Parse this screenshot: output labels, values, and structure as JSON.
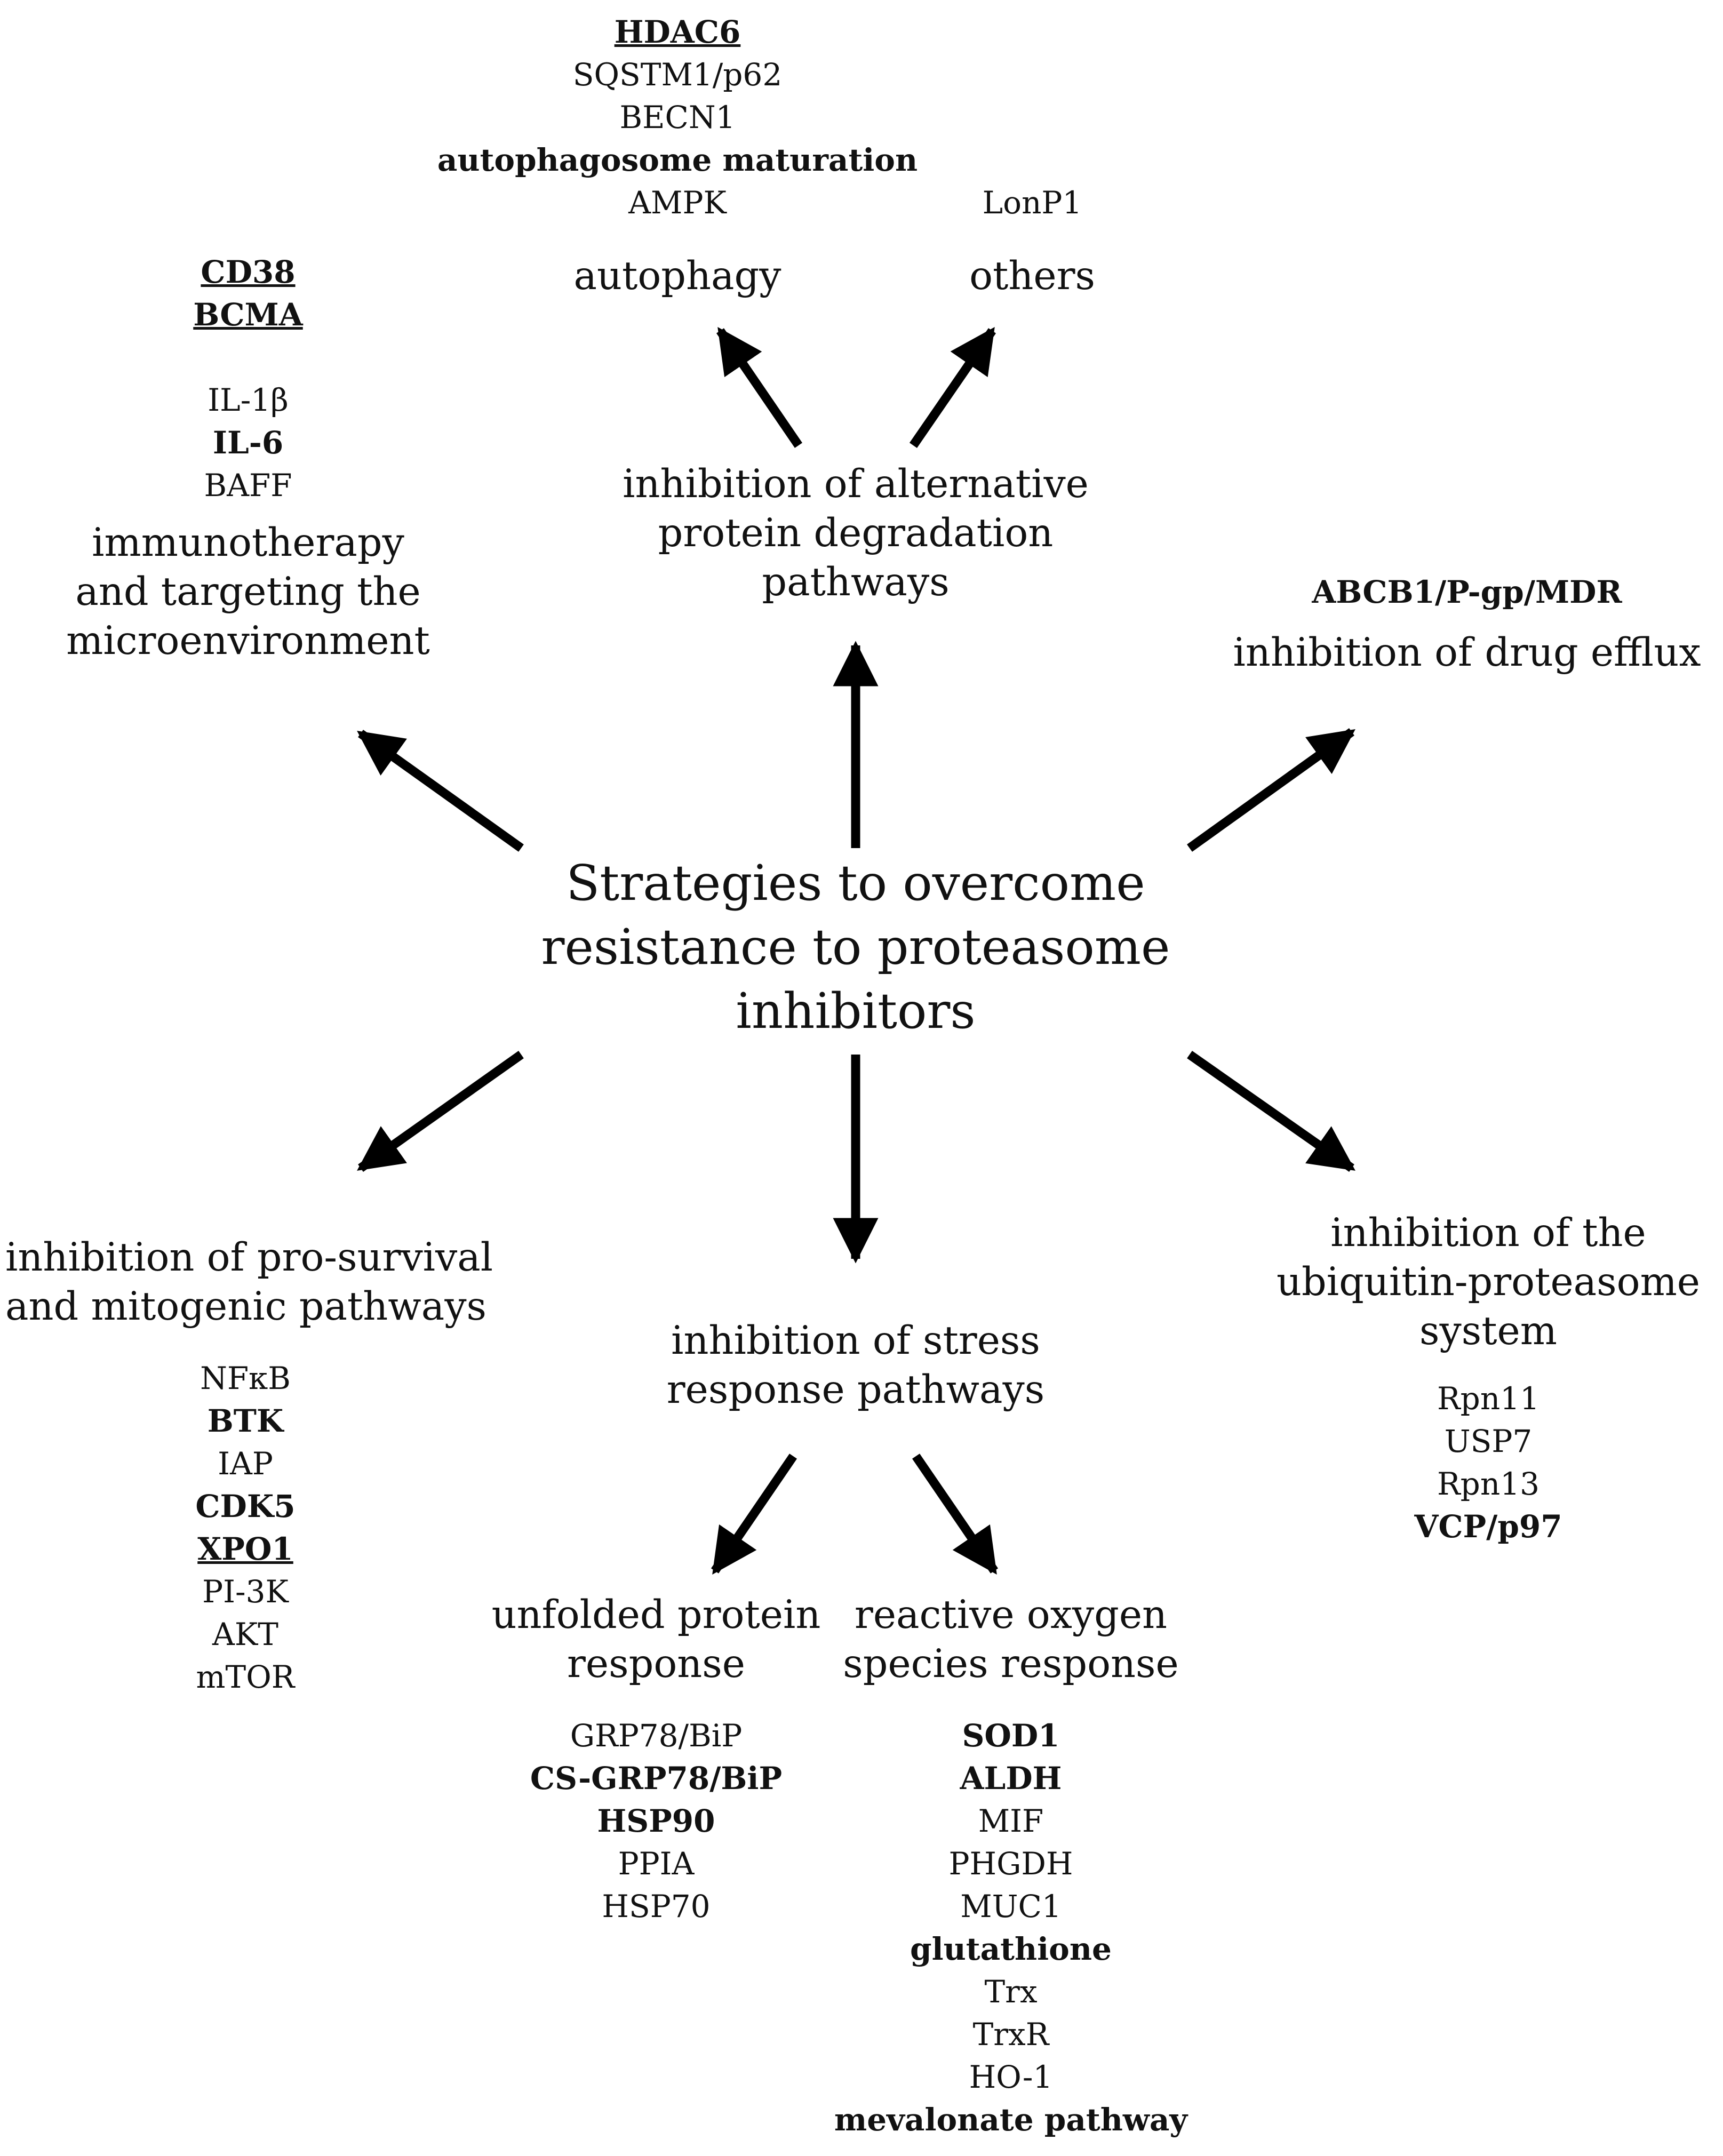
{
  "center": {
    "lines": [
      "Strategies to overcome",
      "resistance to proteasome",
      "inhibitors"
    ]
  },
  "alt_degradation": {
    "title_lines": [
      "inhibition of alternative",
      "protein degradation",
      "pathways"
    ],
    "autophagy": {
      "title": "autophagy",
      "items": [
        {
          "text": "HDAC6",
          "bold": true,
          "underline": true
        },
        {
          "text": "SQSTM1/p62",
          "bold": false,
          "underline": false
        },
        {
          "text": "BECN1",
          "bold": false,
          "underline": false
        },
        {
          "text": "autophagosome maturation",
          "bold": true,
          "underline": false
        },
        {
          "text": "AMPK",
          "bold": false,
          "underline": false
        }
      ]
    },
    "others": {
      "title": "others",
      "items": [
        {
          "text": "LonP1",
          "bold": false,
          "underline": false
        }
      ]
    }
  },
  "immunotherapy": {
    "title_lines": [
      "immunotherapy",
      "and targeting the",
      "microenvironment"
    ],
    "items": [
      {
        "text": "CD38",
        "bold": true,
        "underline": true
      },
      {
        "text": "BCMA",
        "bold": true,
        "underline": true
      },
      {
        "text": "",
        "bold": false,
        "underline": false
      },
      {
        "text": "IL-1β",
        "bold": false,
        "underline": false
      },
      {
        "text": "IL-6",
        "bold": true,
        "underline": false
      },
      {
        "text": "BAFF",
        "bold": false,
        "underline": false
      }
    ]
  },
  "drug_efflux": {
    "title": "inhibition of drug efflux",
    "items": [
      {
        "text": "ABCB1/P-gp/MDR",
        "bold": true,
        "underline": false
      }
    ]
  },
  "pro_survival": {
    "title_lines": [
      "inhibition of pro-survival",
      "and mitogenic pathways"
    ],
    "items": [
      {
        "text": "NFκB",
        "bold": false,
        "underline": false
      },
      {
        "text": "BTK",
        "bold": true,
        "underline": false
      },
      {
        "text": "IAP",
        "bold": false,
        "underline": false
      },
      {
        "text": "CDK5",
        "bold": true,
        "underline": false
      },
      {
        "text": "XPO1",
        "bold": true,
        "underline": true
      },
      {
        "text": "PI-3K",
        "bold": false,
        "underline": false
      },
      {
        "text": "AKT",
        "bold": false,
        "underline": false
      },
      {
        "text": "mTOR",
        "bold": false,
        "underline": false
      }
    ]
  },
  "stress_response": {
    "title_lines": [
      "inhibition of stress",
      "response pathways"
    ],
    "upr": {
      "title_lines": [
        "unfolded protein",
        "response"
      ],
      "items": [
        {
          "text": "GRP78/BiP",
          "bold": false,
          "underline": false
        },
        {
          "text": "CS-GRP78/BiP",
          "bold": true,
          "underline": false
        },
        {
          "text": "HSP90",
          "bold": true,
          "underline": false
        },
        {
          "text": "PPIA",
          "bold": false,
          "underline": false
        },
        {
          "text": "HSP70",
          "bold": false,
          "underline": false
        }
      ]
    },
    "ros": {
      "title_lines": [
        "reactive oxygen",
        "species response"
      ],
      "items": [
        {
          "text": "SOD1",
          "bold": true,
          "underline": false
        },
        {
          "text": "ALDH",
          "bold": true,
          "underline": false
        },
        {
          "text": "MIF",
          "bold": false,
          "underline": false
        },
        {
          "text": "PHGDH",
          "bold": false,
          "underline": false
        },
        {
          "text": "MUC1",
          "bold": false,
          "underline": false
        },
        {
          "text": "glutathione",
          "bold": true,
          "underline": false
        },
        {
          "text": "Trx",
          "bold": false,
          "underline": false
        },
        {
          "text": "TrxR",
          "bold": false,
          "underline": false
        },
        {
          "text": "HO-1",
          "bold": false,
          "underline": false
        },
        {
          "text": "mevalonate pathway",
          "bold": true,
          "underline": false
        }
      ]
    }
  },
  "ups": {
    "title_lines": [
      "inhibition of the",
      "ubiquitin-proteasome",
      "system"
    ],
    "items": [
      {
        "text": "Rpn11",
        "bold": false,
        "underline": false
      },
      {
        "text": "USP7",
        "bold": false,
        "underline": false
      },
      {
        "text": "Rpn13",
        "bold": false,
        "underline": false
      },
      {
        "text": "VCP/p97",
        "bold": true,
        "underline": false
      }
    ]
  }
}
